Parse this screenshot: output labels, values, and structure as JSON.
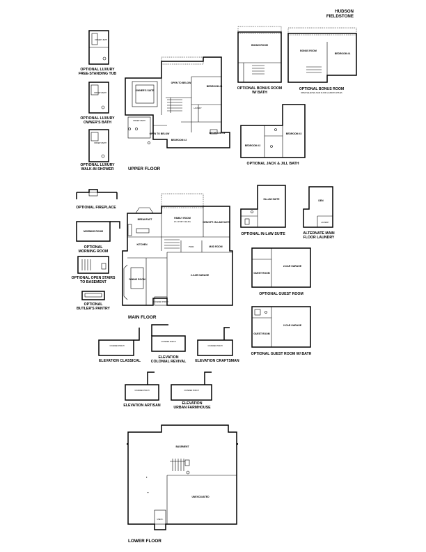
{
  "header": {
    "line1": "HUDSON",
    "line2": "FIELDSTONE"
  },
  "upper_floor": {
    "title": "UPPER FLOOR",
    "rooms": {
      "owners_suite": "OWNER'S SUITE",
      "open_below": "OPEN TO BELOW",
      "bedroom4": "BEDROOM #4",
      "bedroom3": "BEDROOM #3",
      "bedroom2": "BEDROOM #2",
      "open_below2": "OPEN TO BELOW",
      "owners_bath": "OWNER'S BATH",
      "laundry": "LAUNDRY"
    },
    "options": {
      "tub": [
        "OPTIONAL LUXURY",
        "FREE-STANDING TUB"
      ],
      "bath": [
        "OPTIONAL LUXURY",
        "OWNER'S BATH"
      ],
      "shower": [
        "OPTIONAL LUXURY",
        "WALK-IN SHOWER"
      ],
      "bonus_bath": [
        "OPTIONAL BONUS ROOM",
        "W/ BATH"
      ],
      "bonus": [
        "OPTIONAL BONUS ROOM"
      ],
      "bonus_note": "WHEN SELECTED, MAIN FLOOR LAUNDRY APPLIES",
      "jack_jill": "OPTIONAL JACK & JILL BATH"
    },
    "option_rooms": {
      "bonus_room": "BONUS ROOM",
      "bedroom4": "BEDROOM #4",
      "bedroom2": "BEDROOM #2",
      "bedroom3": "BEDROOM #3",
      "owners_bath": "OWNER'S BATH"
    }
  },
  "main_floor": {
    "title": "MAIN FLOOR",
    "rooms": {
      "breakfast": "BREAKFAST",
      "family": "FAMILY ROOM",
      "family_sub": "W/ 2-STORY CEILING",
      "den": "DEN/OPT. IN-LAW SUITE",
      "kitchen": "KITCHEN",
      "powder": "PWDR.",
      "mud": "MUD ROOM",
      "dining": "DINING ROOM",
      "garage": "2-CAR GARAGE",
      "porch": "COVERED PORCH"
    },
    "options": {
      "fireplace": "OPTIONAL FIREPLACE",
      "morning": [
        "OPTIONAL",
        "MORNING ROOM"
      ],
      "stairs": [
        "OPTIONAL OPEN STAIRS",
        "TO BASEMENT"
      ],
      "butler": [
        "OPTIONAL",
        "BUTLER'S PANTRY"
      ],
      "inlaw": "OPTIONAL IN-LAW SUITE",
      "laundry": [
        "ALTERNATE MAIN",
        "FLOOR LAUNDRY"
      ],
      "guest": "OPTIONAL GUEST ROOM",
      "guest_bath": "OPTIONAL GUEST ROOM W/ BATH"
    },
    "option_rooms": {
      "morning_room": "MORNING ROOM",
      "inlaw_suite": "IN-LAW SUITE",
      "den": "DEN",
      "laundry": "LAUNDRY",
      "guest_room": "GUEST ROOM",
      "garage": "2-CAR GARAGE"
    }
  },
  "elevations": {
    "classical": "ELEVATION CLASSICAL",
    "colonial": [
      "ELEVATION",
      "COLONIAL REVIVAL"
    ],
    "craftsman": "ELEVATION CRAFTSMAN",
    "artisan": "ELEVATION ARTISAN",
    "farmhouse": [
      "ELEVATION",
      "URBAN FARMHOUSE"
    ],
    "porch": "COVERED PORCH"
  },
  "lower_floor": {
    "title": "LOWER FLOOR",
    "rooms": {
      "basement": "BASEMENT",
      "unexcavated": "UNEXCAVATED",
      "unexcavated2": "UNEXC."
    }
  }
}
